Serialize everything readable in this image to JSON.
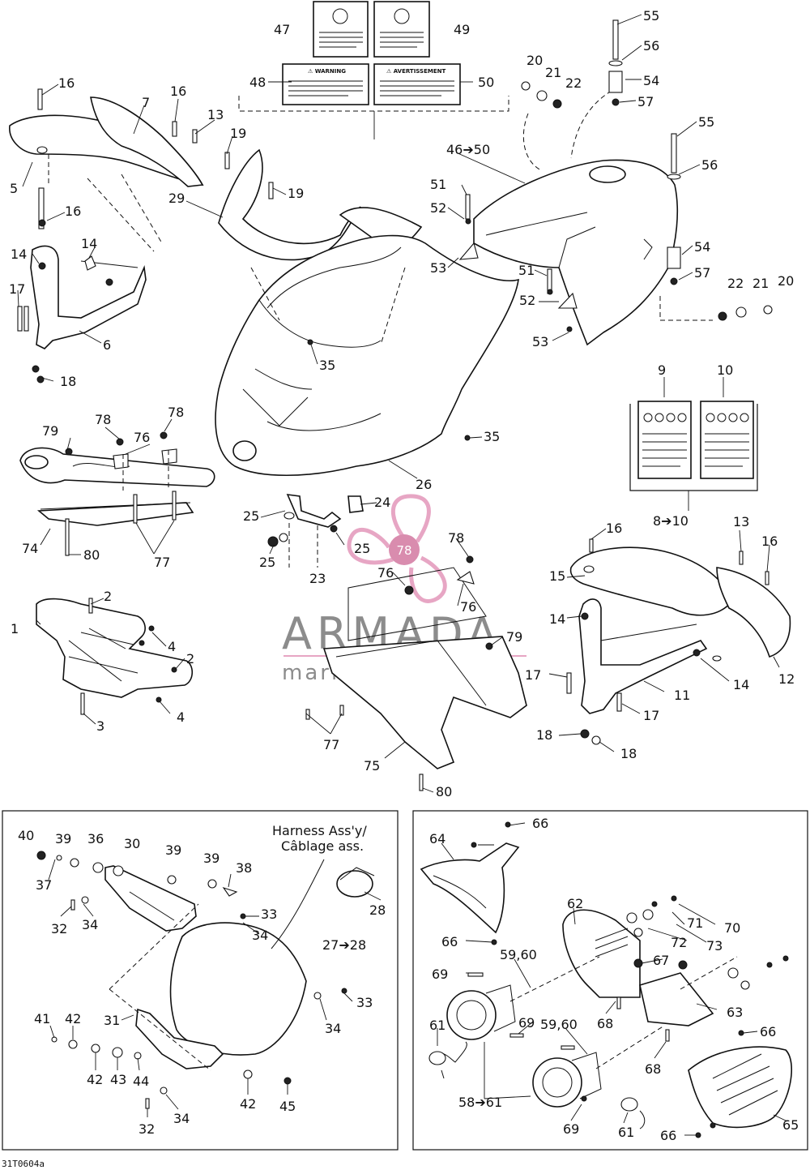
{
  "watermark": {
    "brand": "ARMADA",
    "tagline": "marine outboards",
    "badge": "78",
    "brand_color": "#8c8c8c",
    "accent_color": "#e7a6c4"
  },
  "drawing_code": "31T0604a",
  "harness_label": [
    "Harness Ass'y/",
    "Câblage ass."
  ],
  "top_callouts": [
    "47",
    "49",
    "48",
    "50",
    "46➔50",
    "20",
    "21",
    "22",
    "55",
    "56",
    "54",
    "57",
    "55",
    "56",
    "54",
    "57",
    "22",
    "21",
    "20",
    "51",
    "52",
    "53",
    "51",
    "52",
    "53"
  ],
  "left_callouts": [
    "16",
    "7",
    "16",
    "13",
    "19",
    "5",
    "16",
    "29",
    "19",
    "14",
    "14",
    "17",
    "6",
    "18",
    "35",
    "35",
    "26"
  ],
  "mid_callouts": [
    "79",
    "78",
    "76",
    "78",
    "74",
    "77",
    "80",
    "24",
    "25",
    "25",
    "25",
    "23",
    "78",
    "76",
    "76",
    "79",
    "77",
    "75",
    "80",
    "1",
    "2",
    "4",
    "2",
    "3",
    "4"
  ],
  "right_callouts": [
    "9",
    "10",
    "8➔10",
    "16",
    "13",
    "16",
    "15",
    "14",
    "12",
    "14",
    "17",
    "11",
    "17",
    "18",
    "18"
  ],
  "box1_callouts": [
    "40",
    "39",
    "36",
    "30",
    "39",
    "39",
    "38",
    "37",
    "32",
    "34",
    "33",
    "34",
    "28",
    "27➔28",
    "33",
    "34",
    "41",
    "42",
    "31",
    "42",
    "43",
    "44",
    "42",
    "45",
    "32",
    "34"
  ],
  "box2_callouts": [
    "66",
    "64",
    "62",
    "66",
    "59,60",
    "69",
    "67",
    "71",
    "70",
    "72",
    "73",
    "68",
    "63",
    "61",
    "69",
    "59,60",
    "66",
    "68",
    "58➔61",
    "69",
    "61",
    "65",
    "66"
  ]
}
